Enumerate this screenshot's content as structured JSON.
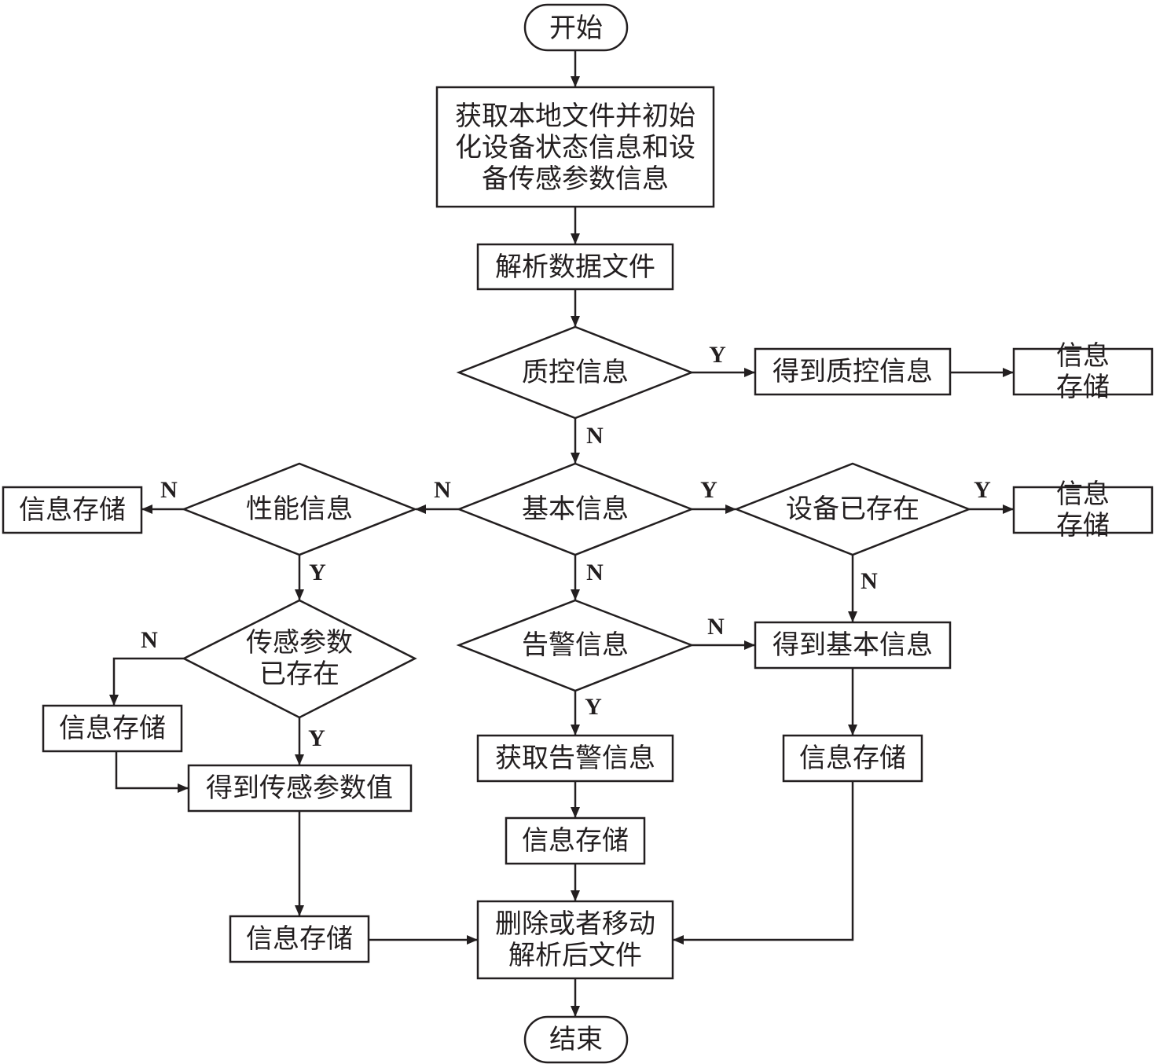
{
  "diagram": {
    "type": "flowchart",
    "colors": {
      "stroke": "#231f20",
      "background": "#ffffff"
    },
    "nodes": {
      "start": "开始",
      "init": "获取本地文件并初始\n化设备状态信息和设\n备传感参数信息",
      "parse": "解析数据文件",
      "qc_decision": "质控信息",
      "get_qc": "得到质控信息",
      "store_qc": "信息存储",
      "basic_decision": "基本信息",
      "perf_decision": "性能信息",
      "store_perf_n": "信息存储",
      "device_exists": "设备已存在",
      "store_device_y": "信息存储",
      "sensor_exists": "传感参数\n已存在",
      "store_sensor_n": "信息存储",
      "get_sensor": "得到传感参数值",
      "store_sensor": "信息存储",
      "alarm_decision": "告警信息",
      "get_alarm": "获取告警信息",
      "store_alarm": "信息存储",
      "get_basic": "得到基本信息",
      "store_basic": "信息存储",
      "delete_move": "删除或者移动\n解析后文件",
      "end": "结束"
    },
    "edge_labels": {
      "qc_y": "Y",
      "qc_n": "N",
      "basic_n": "N",
      "basic_y": "Y",
      "basic_down_n": "N",
      "perf_n": "N",
      "perf_y": "Y",
      "device_y": "Y",
      "device_n": "N",
      "sensor_n": "N",
      "sensor_y": "Y",
      "alarm_n": "N",
      "alarm_y": "Y"
    }
  }
}
